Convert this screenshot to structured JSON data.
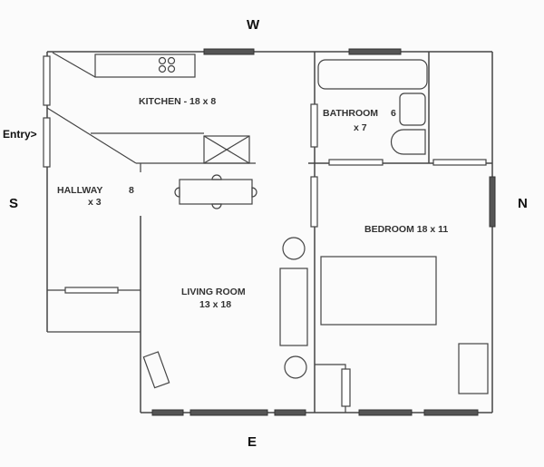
{
  "compass": {
    "west": "W",
    "south": "S",
    "north": "N",
    "east": "E"
  },
  "entry_label": "Entry>",
  "rooms": {
    "kitchen": {
      "label": "KITCHEN - 18 x 8"
    },
    "hallway": {
      "name": "HALLWAY",
      "width": "8",
      "depth": "x 3"
    },
    "bathroom": {
      "name": "BATHROOM",
      "width": "6",
      "depth": "x 7"
    },
    "bedroom": {
      "label": "BEDROOM 18 x 11"
    },
    "living_room": {
      "name": "LIVING ROOM",
      "size": "13 x 18"
    }
  }
}
